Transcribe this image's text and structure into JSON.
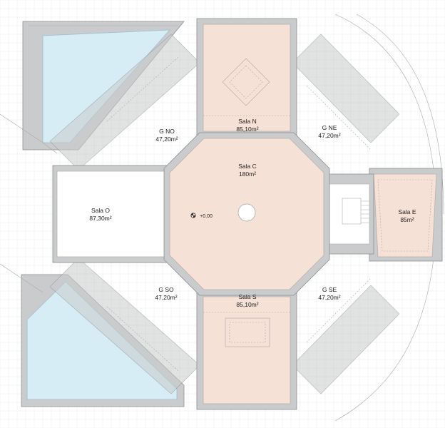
{
  "rooms": {
    "sala_c": {
      "name": "Sala C",
      "area": "180m²"
    },
    "sala_n": {
      "name": "Sala N",
      "area": "85,10m²"
    },
    "sala_s": {
      "name": "Sala S",
      "area": "85,10m²"
    },
    "sala_o": {
      "name": "Sala O",
      "area": "87,30m²"
    },
    "sala_e": {
      "name": "Sala E",
      "area": "85m²"
    },
    "g_no": {
      "name": "G NO",
      "area": "47,20m²"
    },
    "g_ne": {
      "name": "G NE",
      "area": "47,20m²"
    },
    "g_so": {
      "name": "G SO",
      "area": "47,20m²"
    },
    "g_se": {
      "name": "G SE",
      "area": "47,20m²"
    }
  },
  "level_mark": "+0.00",
  "colors": {
    "room_fill": "#f6e1d6",
    "wall_fill": "#c9cbcc",
    "pool_fill": "#d6edf6"
  }
}
